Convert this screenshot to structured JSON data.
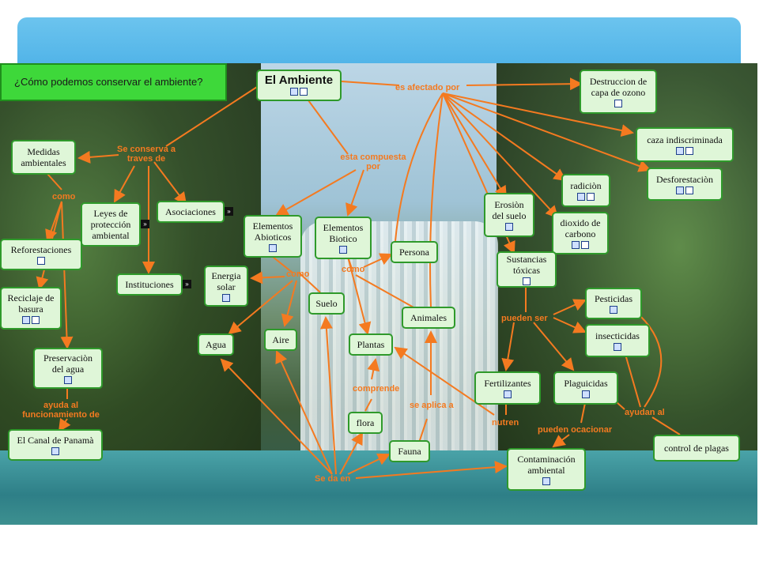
{
  "question": "¿Cómo podemos conservar el ambiente?",
  "nodes": {
    "ambiente": "El Ambiente",
    "destruccion": "Destruccion de capa de ozono",
    "caza": "caza indiscriminada",
    "desforestacion": "Desforestaciòn",
    "radiacion": "radiciòn",
    "erosion": "Erosiòn del suelo",
    "dioxido": "dioxido de carbono",
    "sustancias": "Sustancias tóxicas",
    "pesticidas": "Pesticidas",
    "insecticidas": "insecticidas",
    "medidas": "Medidas ambientales",
    "leyes": "Leyes de protección ambiental",
    "asociaciones": "Asociaciones",
    "instituciones": "Instituciones",
    "reforestaciones": "Reforestaciones",
    "reciclaje": "Reciclaje de basura",
    "preservacion": "Preservaciòn del agua",
    "canal": "El Canal de Panamà",
    "abioticos": "Elementos Abioticos",
    "bioticos": "Elementos Biotico",
    "persona": "Persona",
    "energia": "Energia solar",
    "suelo": "Suelo",
    "animales": "Animales",
    "agua": "Agua",
    "aire": "Aire",
    "plantas": "Plantas",
    "flora": "flora",
    "fauna": "Fauna",
    "fertilizantes": "Fertilizantes",
    "plaguicidas": "Plaguicidas",
    "contaminacion": "Contaminación ambiental",
    "control": "control de plagas"
  },
  "labels": {
    "afectado": "es afectado por",
    "compuesta": "esta compuesta por",
    "conserva": "Se conserva a traves de",
    "como1": "como",
    "como2": "como",
    "como3": "como",
    "pueden_ser": "pueden ser",
    "ayuda": "ayuda al funcionamiento de",
    "comprende": "comprende",
    "aplica": "se aplica a",
    "nutren": "nutren",
    "ocasionar": "pueden ocacionar",
    "ayudan": "ayudan al",
    "se_da": "Se da en"
  },
  "colors": {
    "node_fill": "#dff6d8",
    "node_border": "#2f9a2b",
    "link": "#f47a20",
    "title_fill": "#3ed83a"
  }
}
